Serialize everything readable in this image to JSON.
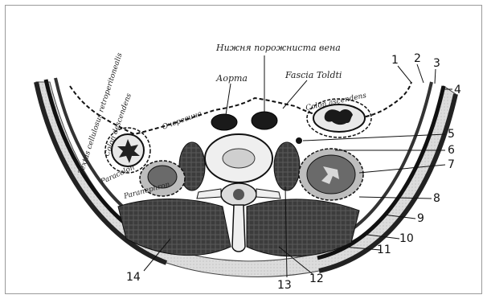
{
  "labels": {
    "ivc": "Нижня порожниста вена",
    "aorta": "Аорта",
    "fascia_toldti": "Fascia Toldti",
    "peritoneum": "Очеревина",
    "colon_ascendens": "Colon ascendens",
    "colon_descendens": "Colon descendens",
    "paracolon": "Paracolon",
    "paranephron": "Paranephron",
    "textus_cellulosus": "Textus cellulosus retroperitonealis"
  },
  "numbers": [
    "1",
    "2",
    "3",
    "4",
    "5",
    "6",
    "7",
    "8",
    "9",
    "10",
    "11",
    "12",
    "13",
    "14"
  ],
  "colors": {
    "ink": "#1a1a1a",
    "muscle": "#3a3a3a",
    "fat": "#d6d6d6",
    "bone": "#e8e8e8"
  }
}
